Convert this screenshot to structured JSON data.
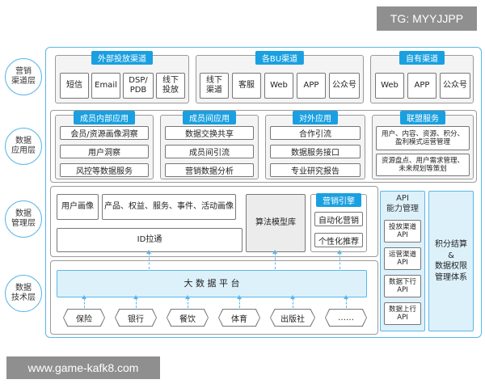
{
  "watermarks": {
    "top": "TG: MYYJJPP",
    "bottom": "www.game-kafk8.com"
  },
  "layers": {
    "channel": "营销\n渠道层",
    "app": "数据\n应用层",
    "manage": "数据\n管理层",
    "tech": "数据\n技术层"
  },
  "channel": {
    "external": {
      "title": "外部投放渠道",
      "items": [
        "短信",
        "Email",
        "DSP/\nPDB",
        "线下\n投放"
      ]
    },
    "bu": {
      "title": "各BU渠道",
      "items": [
        "线下\n渠道",
        "客服",
        "Web",
        "APP",
        "公众号"
      ]
    },
    "own": {
      "title": "自有渠道",
      "items": [
        "Web",
        "APP",
        "公众号"
      ]
    }
  },
  "app": {
    "internal": {
      "title": "成员内部应用",
      "items": [
        "会员/资源画像洞察",
        "用户洞察",
        "风控等数据服务"
      ]
    },
    "between": {
      "title": "成员间应用",
      "items": [
        "数据交换共享",
        "成员间引流",
        "营销数据分析"
      ]
    },
    "external": {
      "title": "对外应用",
      "items": [
        "合作引流",
        "数据服务接口",
        "专业研究报告"
      ]
    },
    "alliance": {
      "title": "联盟服务",
      "items": [
        "用户、内容、资源、积分、\n盈利模式运营管理",
        "资源盘点、用户需求管理、\n未来规划等策划"
      ]
    }
  },
  "manage": {
    "user_profile": "用户画像",
    "product_profile": "产品、权益、服务、事件、活动画像",
    "algo": "算法模型库",
    "engine": {
      "title": "营销引擎",
      "items": [
        "自动化营销",
        "个性化推荐"
      ]
    },
    "id": "ID拉通"
  },
  "api": {
    "title": "API\n能力管理",
    "items": [
      "投放渠道\nAPI",
      "运营渠道\nAPI",
      "数据下行\nAPI",
      "数据上行\nAPI"
    ]
  },
  "points": "积分结算\n&\n数据权限\n管理体系",
  "tech": {
    "platform": "大 数 据 平 台",
    "sources": [
      "保险",
      "银行",
      "餐饮",
      "体育",
      "出版社",
      "……"
    ]
  }
}
